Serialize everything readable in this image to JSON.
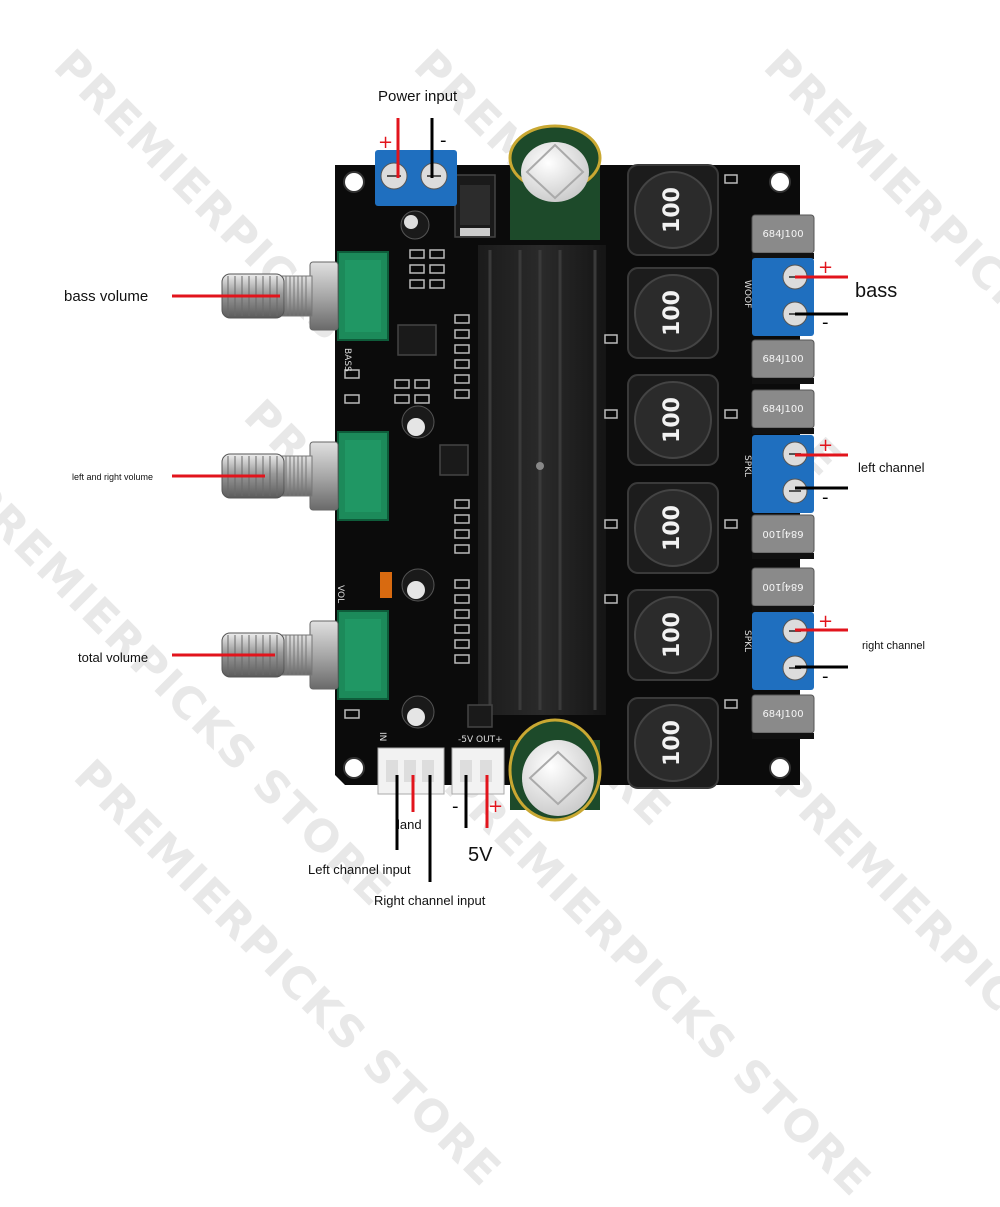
{
  "watermark": "PREMIERPICKS STORE",
  "labels": {
    "power_input": "Power input",
    "bass_volume": "bass volume",
    "lr_volume": "left and right volume",
    "total_volume": "total volume",
    "bass": "bass",
    "left_channel": "left channel",
    "right_channel": "right channel",
    "land": "land",
    "five_v": "5V",
    "left_channel_input": "Left channel input",
    "right_channel_input": "Right channel input"
  },
  "polarity": {
    "plus": "+",
    "minus": "-"
  },
  "inductor_value": "100",
  "capacitor_code": "684J100",
  "silkscreen": {
    "bass": "BASS",
    "in": "IN",
    "out_5v": "-5V OUT+",
    "spkl": "SPKL",
    "woof": "WOOF",
    "vol": "VOL"
  },
  "colors": {
    "board": "#0b0b0b",
    "terminal": "#1f6fbf",
    "pot": "#1c8a5a",
    "wire_red": "#e2141c",
    "wire_black": "#000000"
  }
}
